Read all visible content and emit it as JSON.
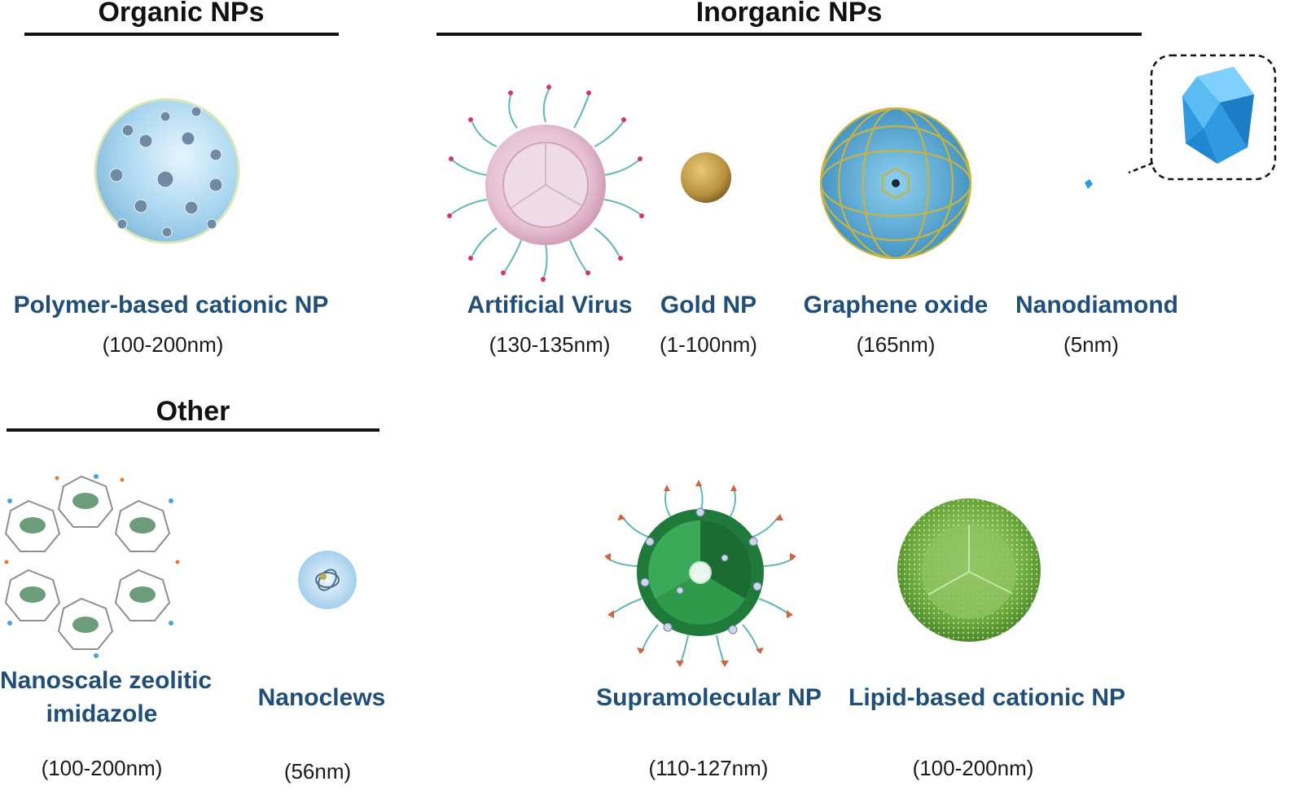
{
  "sections": {
    "organic": {
      "title": "Organic NPs"
    },
    "inorganic": {
      "title": "Inorganic NPs"
    },
    "other": {
      "title": "Other"
    }
  },
  "particles": [
    {
      "id": "polymer",
      "name": "Polymer-based cationic NP",
      "size": "(100-200nm)",
      "color": "#a9d6f0"
    },
    {
      "id": "virus",
      "name": "Artificial Virus",
      "size": "(130-135nm)",
      "color": "#e6bfd3"
    },
    {
      "id": "gold",
      "name": "Gold NP",
      "size": "(1-100nm)",
      "color": "#b8913f"
    },
    {
      "id": "graphene",
      "name": "Graphene oxide",
      "size": "(165nm)",
      "color": "#4aa7d8"
    },
    {
      "id": "diamond",
      "name": "Nanodiamond",
      "size": "(5nm)",
      "color": "#2f9ae0"
    },
    {
      "id": "zif",
      "name_line1": "Nanoscale zeolitic",
      "name_line2": "imidazole",
      "size": "(100-200nm)"
    },
    {
      "id": "clew",
      "name": "Nanoclews",
      "size": "(56nm)",
      "color": "#b9dbf1"
    },
    {
      "id": "supra",
      "name": "Supramolecular NP",
      "size": "(110-127nm)",
      "color": "#1f7a3a"
    },
    {
      "id": "lipid",
      "name": "Lipid-based cationic NP",
      "size": "(100-200nm)",
      "color": "#6aa83a"
    }
  ]
}
